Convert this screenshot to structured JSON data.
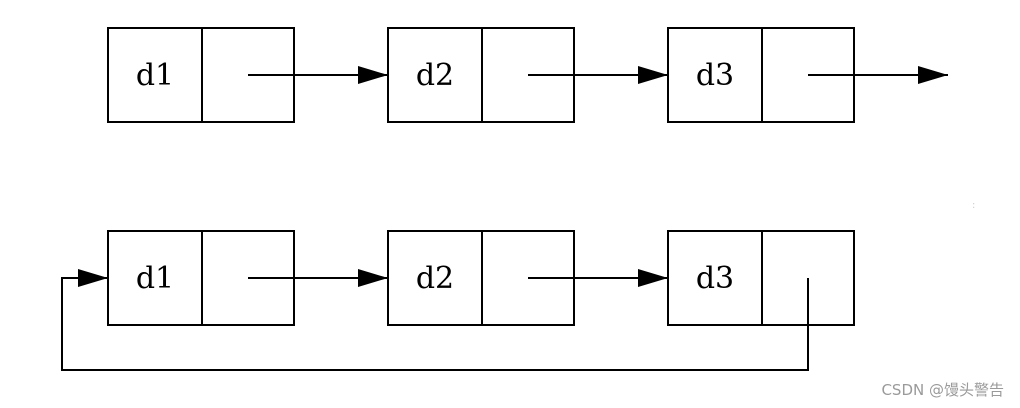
{
  "linear_list": {
    "nodes": [
      {
        "data": "d1"
      },
      {
        "data": "d2"
      },
      {
        "data": "d3"
      }
    ]
  },
  "circular_list": {
    "nodes": [
      {
        "data": "d1"
      },
      {
        "data": "d2"
      },
      {
        "data": "d3"
      }
    ]
  },
  "watermark": "CSDN @馒头警告",
  "colors": {
    "stroke": "#000000",
    "background": "#ffffff",
    "watermark": "#9a9a9a"
  }
}
